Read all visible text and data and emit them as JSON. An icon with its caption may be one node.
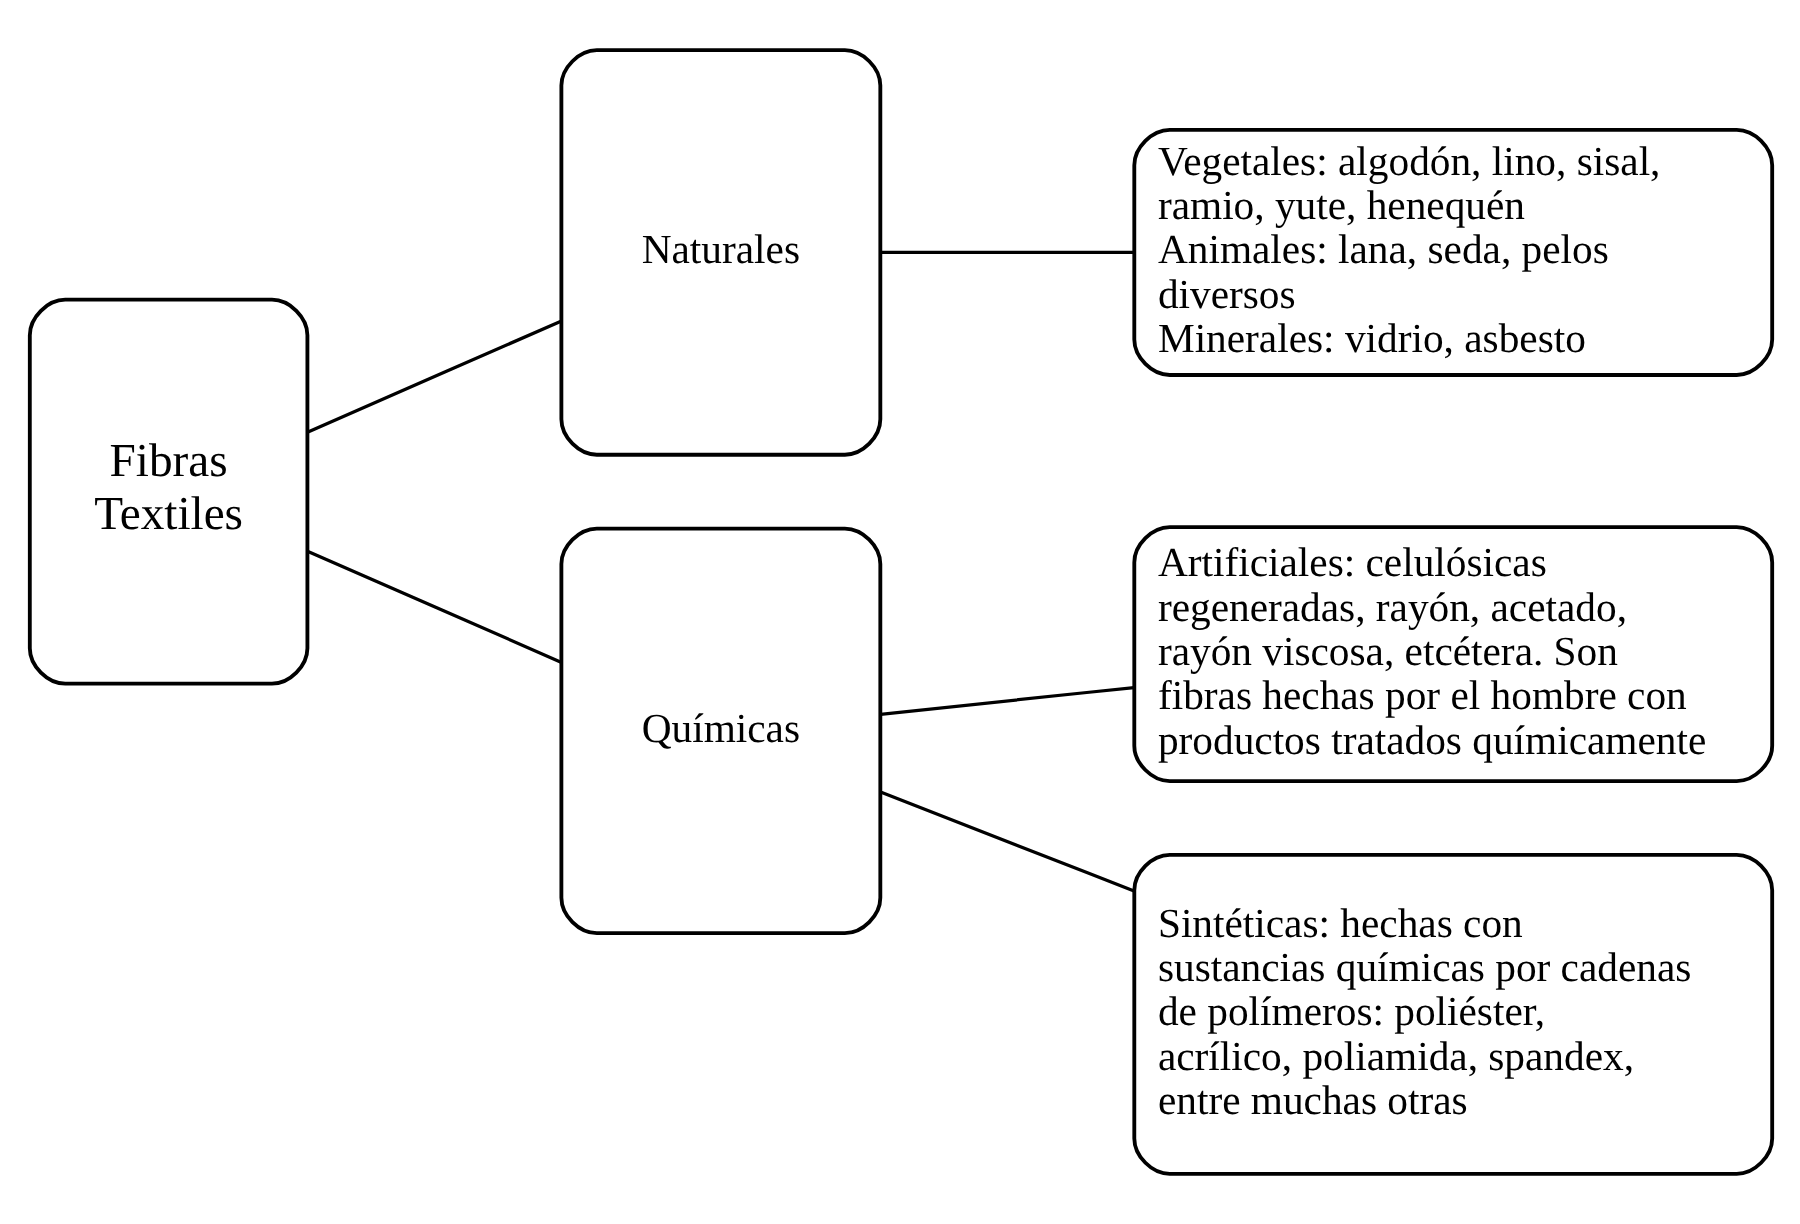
{
  "diagram": {
    "nodes": [
      {
        "text": [
          "Fibras Textiles"
        ]
      },
      {
        "text": [
          "Naturales"
        ]
      },
      {
        "text": [
          "Químicas"
        ]
      },
      {
        "text": [
          "Vegetales: algodón, lino, sisal, ramio, yute, henequén",
          "Animales: lana, seda, pelos diversos",
          "Minerales: vidrio, asbesto"
        ]
      },
      {
        "text": [
          "Artificiales: celulósicas regeneradas, rayón, acetado, rayón viscosa, etcétera. Son fibras hechas por el hombre con productos tratados químicamente"
        ]
      },
      {
        "text": [
          "Sintéticas: hechas con sustancias químicas por cadenas de polímeros: poliéster, acrílico, poliamida, spandex, entre muchas otras"
        ]
      }
    ],
    "edges": [
      {
        "from": 0,
        "to": 1,
        "arrow": "none"
      },
      {
        "from": 0,
        "to": 2,
        "arrow": "none"
      },
      {
        "from": 1,
        "to": 3,
        "arrow": "none"
      },
      {
        "from": 2,
        "to": 4,
        "arrow": "none"
      },
      {
        "from": 2,
        "to": 5,
        "arrow": "none"
      }
    ]
  }
}
